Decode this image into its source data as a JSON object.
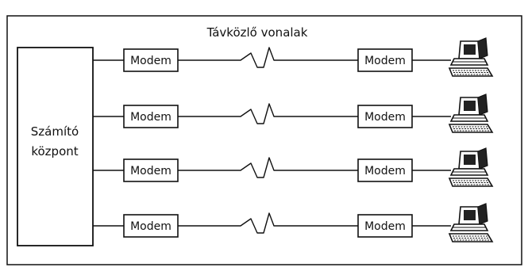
{
  "title": "Távközlő vonalak",
  "center": {
    "line1": "Számító",
    "line2": "központ"
  },
  "rows": [
    {
      "left_modem": "Modem",
      "right_modem": "Modem",
      "terminal_icon": "computer-terminal-icon"
    },
    {
      "left_modem": "Modem",
      "right_modem": "Modem",
      "terminal_icon": "computer-terminal-icon"
    },
    {
      "left_modem": "Modem",
      "right_modem": "Modem",
      "terminal_icon": "computer-terminal-icon"
    },
    {
      "left_modem": "Modem",
      "right_modem": "Modem",
      "terminal_icon": "computer-terminal-icon"
    }
  ],
  "colors": {
    "line": "#111111",
    "background": "#ffffff"
  }
}
